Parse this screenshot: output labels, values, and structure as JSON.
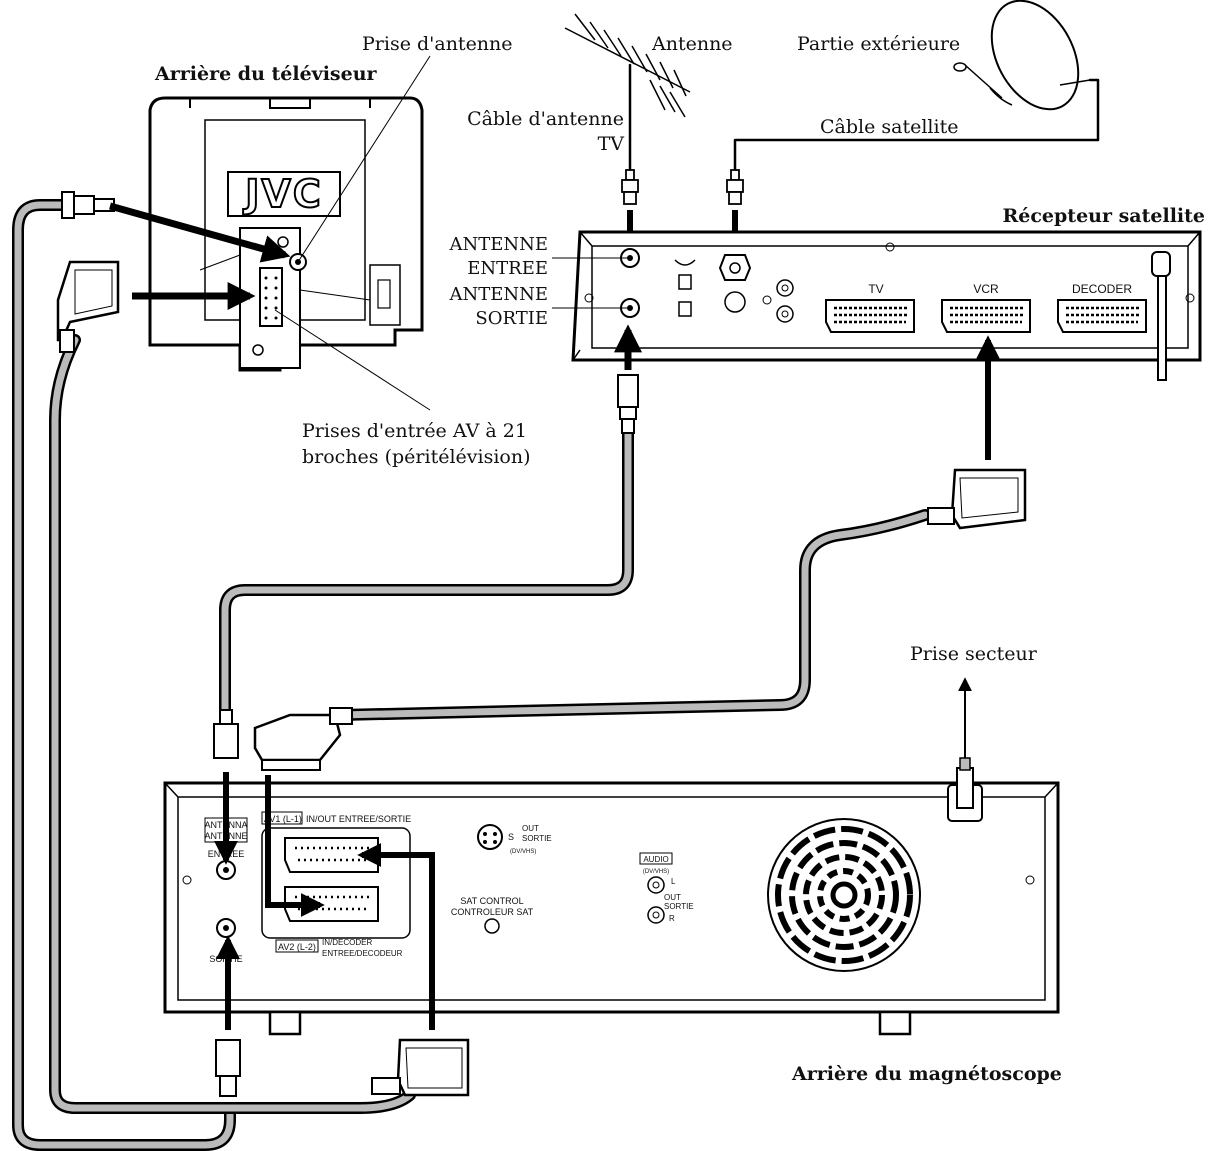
{
  "labels": {
    "tv_rear": "Arrière du téléviseur",
    "antenna_jack": "Prise d'antenne",
    "antenna": "Antenne",
    "outdoor_unit": "Partie extérieure",
    "tv_cable_1": "Câble d'antenne",
    "tv_cable_2": "TV",
    "sat_cable": "Câble satellite",
    "sat_receiver": "Récepteur satellite",
    "ant_in_1": "ANTENNE",
    "ant_in_2": "ENTREE",
    "ant_out_1": "ANTENNE",
    "ant_out_2": "SORTIE",
    "av_in_1": "Prises d'entrée AV à 21",
    "av_in_2": "broches (péritélévision)",
    "power_outlet": "Prise secteur",
    "vcr_rear": "Arrière du magnétoscope"
  },
  "tv": {
    "brand": "JVC"
  },
  "receiver": {
    "tv": "TV",
    "vcr": "VCR",
    "decoder": "DECODER"
  },
  "vcr": {
    "antenna_1": "ANTENNA",
    "antenna_2": "ANTENNE",
    "in_label": "ENTREE",
    "out_label": "SORTIE",
    "av1": "AV1 (L-1)",
    "av1_desc": "IN/OUT  ENTREE/SORTIE",
    "av2": "AV2 (L-2)",
    "av2_desc_1": "IN/DECODER",
    "av2_desc_2": "ENTREE/DECODEUR",
    "s_label": "S",
    "s_out": "OUT",
    "s_sortie": "SORTIE",
    "s_sub": "(DV/VHS)",
    "sat_control_1": "SAT CONTROL",
    "sat_control_2": "CONTROLEUR SAT",
    "audio": "AUDIO",
    "audio_sub": "(DV/VHS)",
    "audio_l": "L",
    "audio_out": "OUT",
    "audio_sortie": "SORTIE",
    "audio_r": "R"
  }
}
